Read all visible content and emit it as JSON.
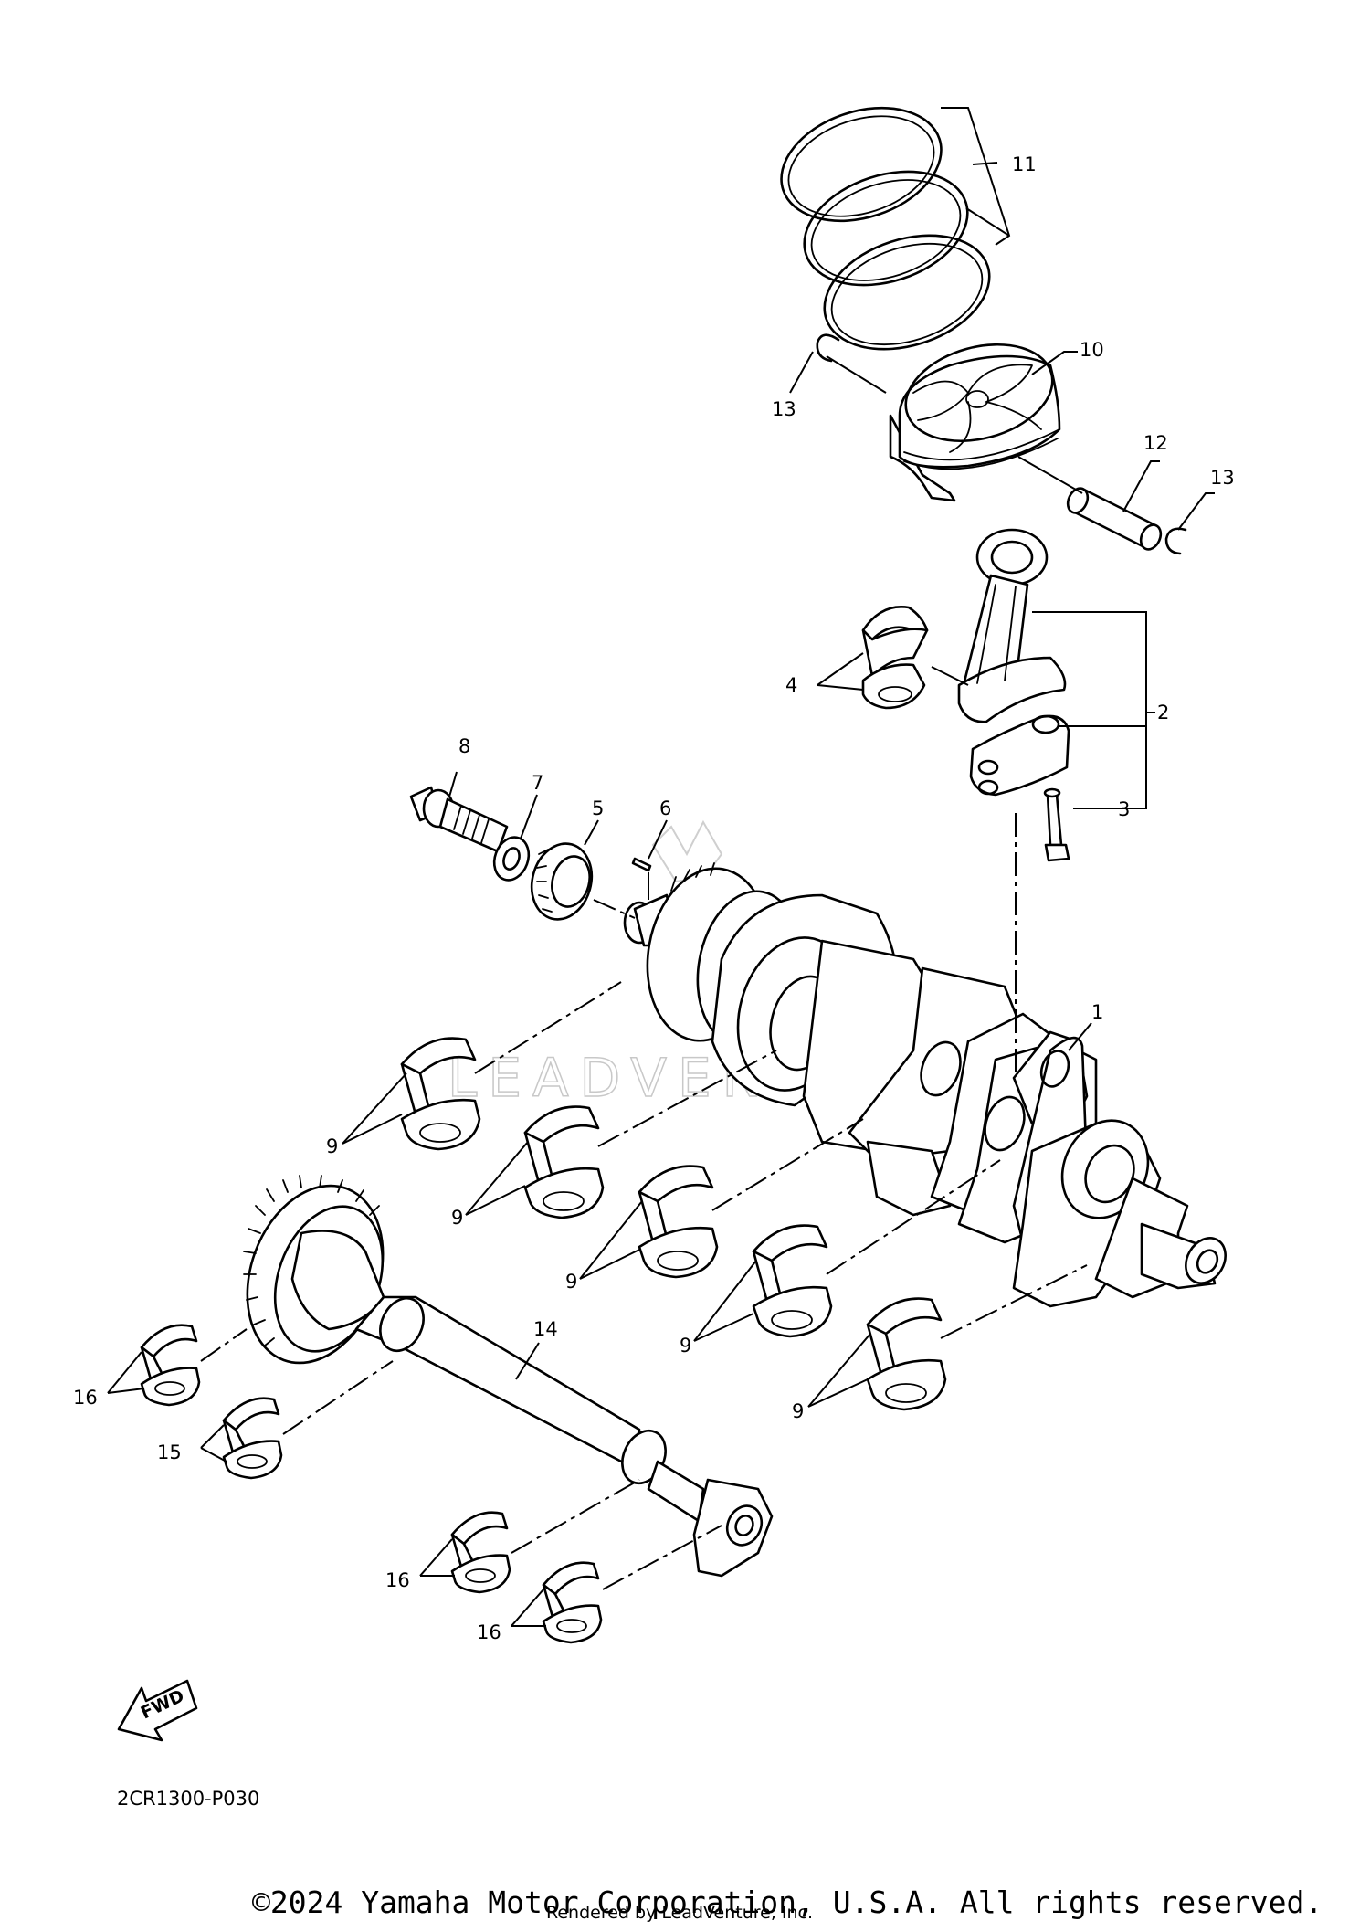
{
  "diagram_code": "2CR1300-P030",
  "copyright": "©2024 Yamaha Motor Corporation, U.S.A. All rights reserved.",
  "rendered_by": "Rendered by LeadVenture, Inc.",
  "watermark": "LEADVENTURE",
  "fwd_label": "FWD",
  "callouts": [
    "1",
    "2",
    "3",
    "4",
    "5",
    "6",
    "7",
    "8",
    "9",
    "9",
    "9",
    "9",
    "9",
    "10",
    "11",
    "12",
    "13",
    "13",
    "14",
    "15",
    "16",
    "16",
    "16"
  ]
}
